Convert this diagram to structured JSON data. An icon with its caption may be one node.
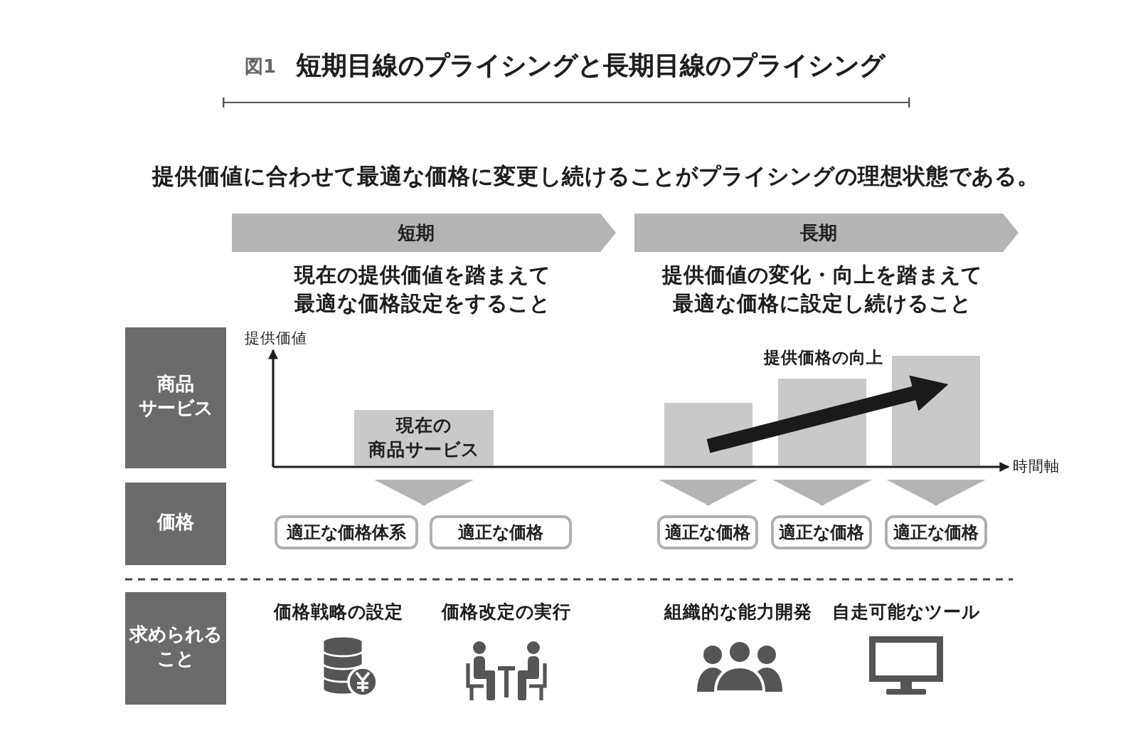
{
  "diagram": {
    "title": "短期目線のプライシングと長期目線のプライシング",
    "nodes": [
      {
        "text": [
          "短期"
        ],
        "beside": [
          "現在の提供価値を踏まえて最適な価格設定をすること"
        ]
      },
      {
        "text": [
          "長期"
        ],
        "beside": [
          "提供価値の変化・向上を踏まえて最適な価格に設定し続けること"
        ]
      },
      {
        "text": [
          "商品サービス"
        ]
      },
      {
        "text": [
          "現在の商品サービス"
        ]
      },
      {
        "text": [],
        "shape": "bar"
      },
      {
        "text": [],
        "shape": "bar"
      },
      {
        "text": [],
        "shape": "bar"
      },
      {
        "text": [
          "価格"
        ]
      },
      {
        "text": [
          "適正な価格体系"
        ]
      },
      {
        "text": [
          "適正な価格"
        ]
      },
      {
        "text": [
          "適正な価格"
        ]
      },
      {
        "text": [
          "適正な価格"
        ]
      },
      {
        "text": [
          "適正な価格"
        ]
      },
      {
        "text": [
          "求められること"
        ]
      }
    ],
    "edges": [
      {
        "from": 3,
        "to": 8,
        "arrow": "to"
      },
      {
        "from": 3,
        "to": 9,
        "arrow": "to"
      },
      {
        "from": 4,
        "to": 10,
        "arrow": "to"
      },
      {
        "from": 5,
        "to": 11,
        "arrow": "to"
      },
      {
        "from": 6,
        "to": 12,
        "arrow": "to"
      },
      {
        "from": 4,
        "to": 6,
        "arrow": "to",
        "label": "提供価格の向上",
        "style": "thick",
        "color": "#1a1a1a"
      }
    ],
    "labels": [
      "図1",
      "提供価値に合わせて最適な価格に変更し続けることがプライシングの理想状態である。",
      "提供価値",
      "時間軸",
      "価格戦略の設定",
      "価格改定の実行",
      "組織的な能力開発",
      "自走可能なツール"
    ]
  }
}
